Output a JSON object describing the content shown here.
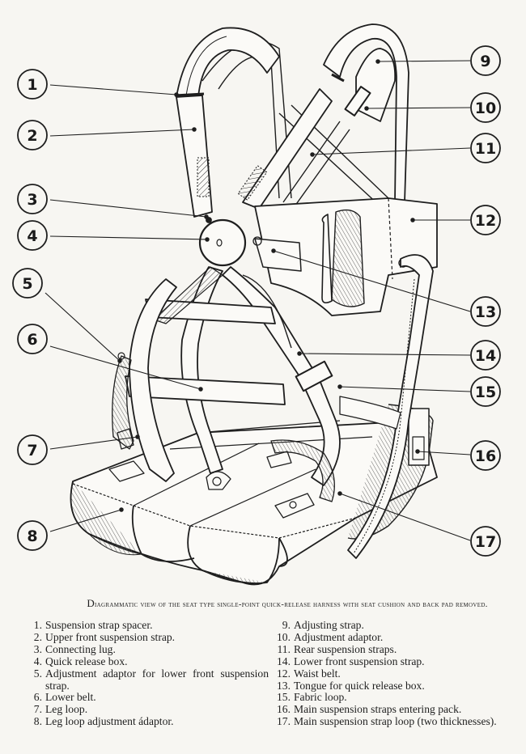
{
  "figure": {
    "caption_lead": "D",
    "caption_rest": "iagrammatic view of the seat type single-point quick-release harness with seat cushion and back pad removed."
  },
  "callouts": [
    {
      "number": "1",
      "label": "Suspension strap spacer."
    },
    {
      "number": "2",
      "label": "Upper front suspension strap."
    },
    {
      "number": "3",
      "label": "Connecting lug."
    },
    {
      "number": "4",
      "label": "Quick release box."
    },
    {
      "number": "5",
      "label": "Adjustment adaptor for lower front suspension strap."
    },
    {
      "number": "6",
      "label": "Lower belt."
    },
    {
      "number": "7",
      "label": "Leg loop."
    },
    {
      "number": "8",
      "label": "Leg loop adjustment adaptor."
    },
    {
      "number": "9",
      "label": "Adjusting strap."
    },
    {
      "number": "10",
      "label": "Adjustment adaptor."
    },
    {
      "number": "11",
      "label": "Rear suspension straps."
    },
    {
      "number": "12",
      "label": "Waist belt."
    },
    {
      "number": "13",
      "label": "Tongue for quick release box."
    },
    {
      "number": "14",
      "label": "Lower front suspension strap."
    },
    {
      "number": "15",
      "label": "Fabric loop."
    },
    {
      "number": "16",
      "label": "Main suspension straps entering pack."
    },
    {
      "number": "17",
      "label": "Main suspension strap loop (two thicknesses)."
    }
  ],
  "legend": {
    "left": [
      {
        "num": "1.",
        "text": "Suspension strap spacer."
      },
      {
        "num": "2.",
        "text": "Upper front suspension strap."
      },
      {
        "num": "3.",
        "text": "Connecting lug."
      },
      {
        "num": "4.",
        "text": "Quick release box."
      },
      {
        "num": "5.",
        "text": "Adjustment adaptor for lower front suspension strap."
      },
      {
        "num": "6.",
        "text": "Lower belt."
      },
      {
        "num": "7.",
        "text": "Leg loop."
      },
      {
        "num": "8.",
        "text": "Leg loop adjustment ádaptor."
      }
    ],
    "right": [
      {
        "num": "9.",
        "text": "Adjusting strap."
      },
      {
        "num": "10.",
        "text": "Adjustment adaptor."
      },
      {
        "num": "11.",
        "text": "Rear suspension straps."
      },
      {
        "num": "14.",
        "text": "Lower front suspension strap."
      },
      {
        "num": "12.",
        "text": "Waist belt."
      },
      {
        "num": "13.",
        "text": "Tongue for quick release box."
      },
      {
        "num": "15.",
        "text": "Fabric loop."
      },
      {
        "num": "16.",
        "text": "Main suspension straps entering pack."
      },
      {
        "num": "17.",
        "text": "Main suspension strap loop (two thicknesses)."
      }
    ]
  }
}
